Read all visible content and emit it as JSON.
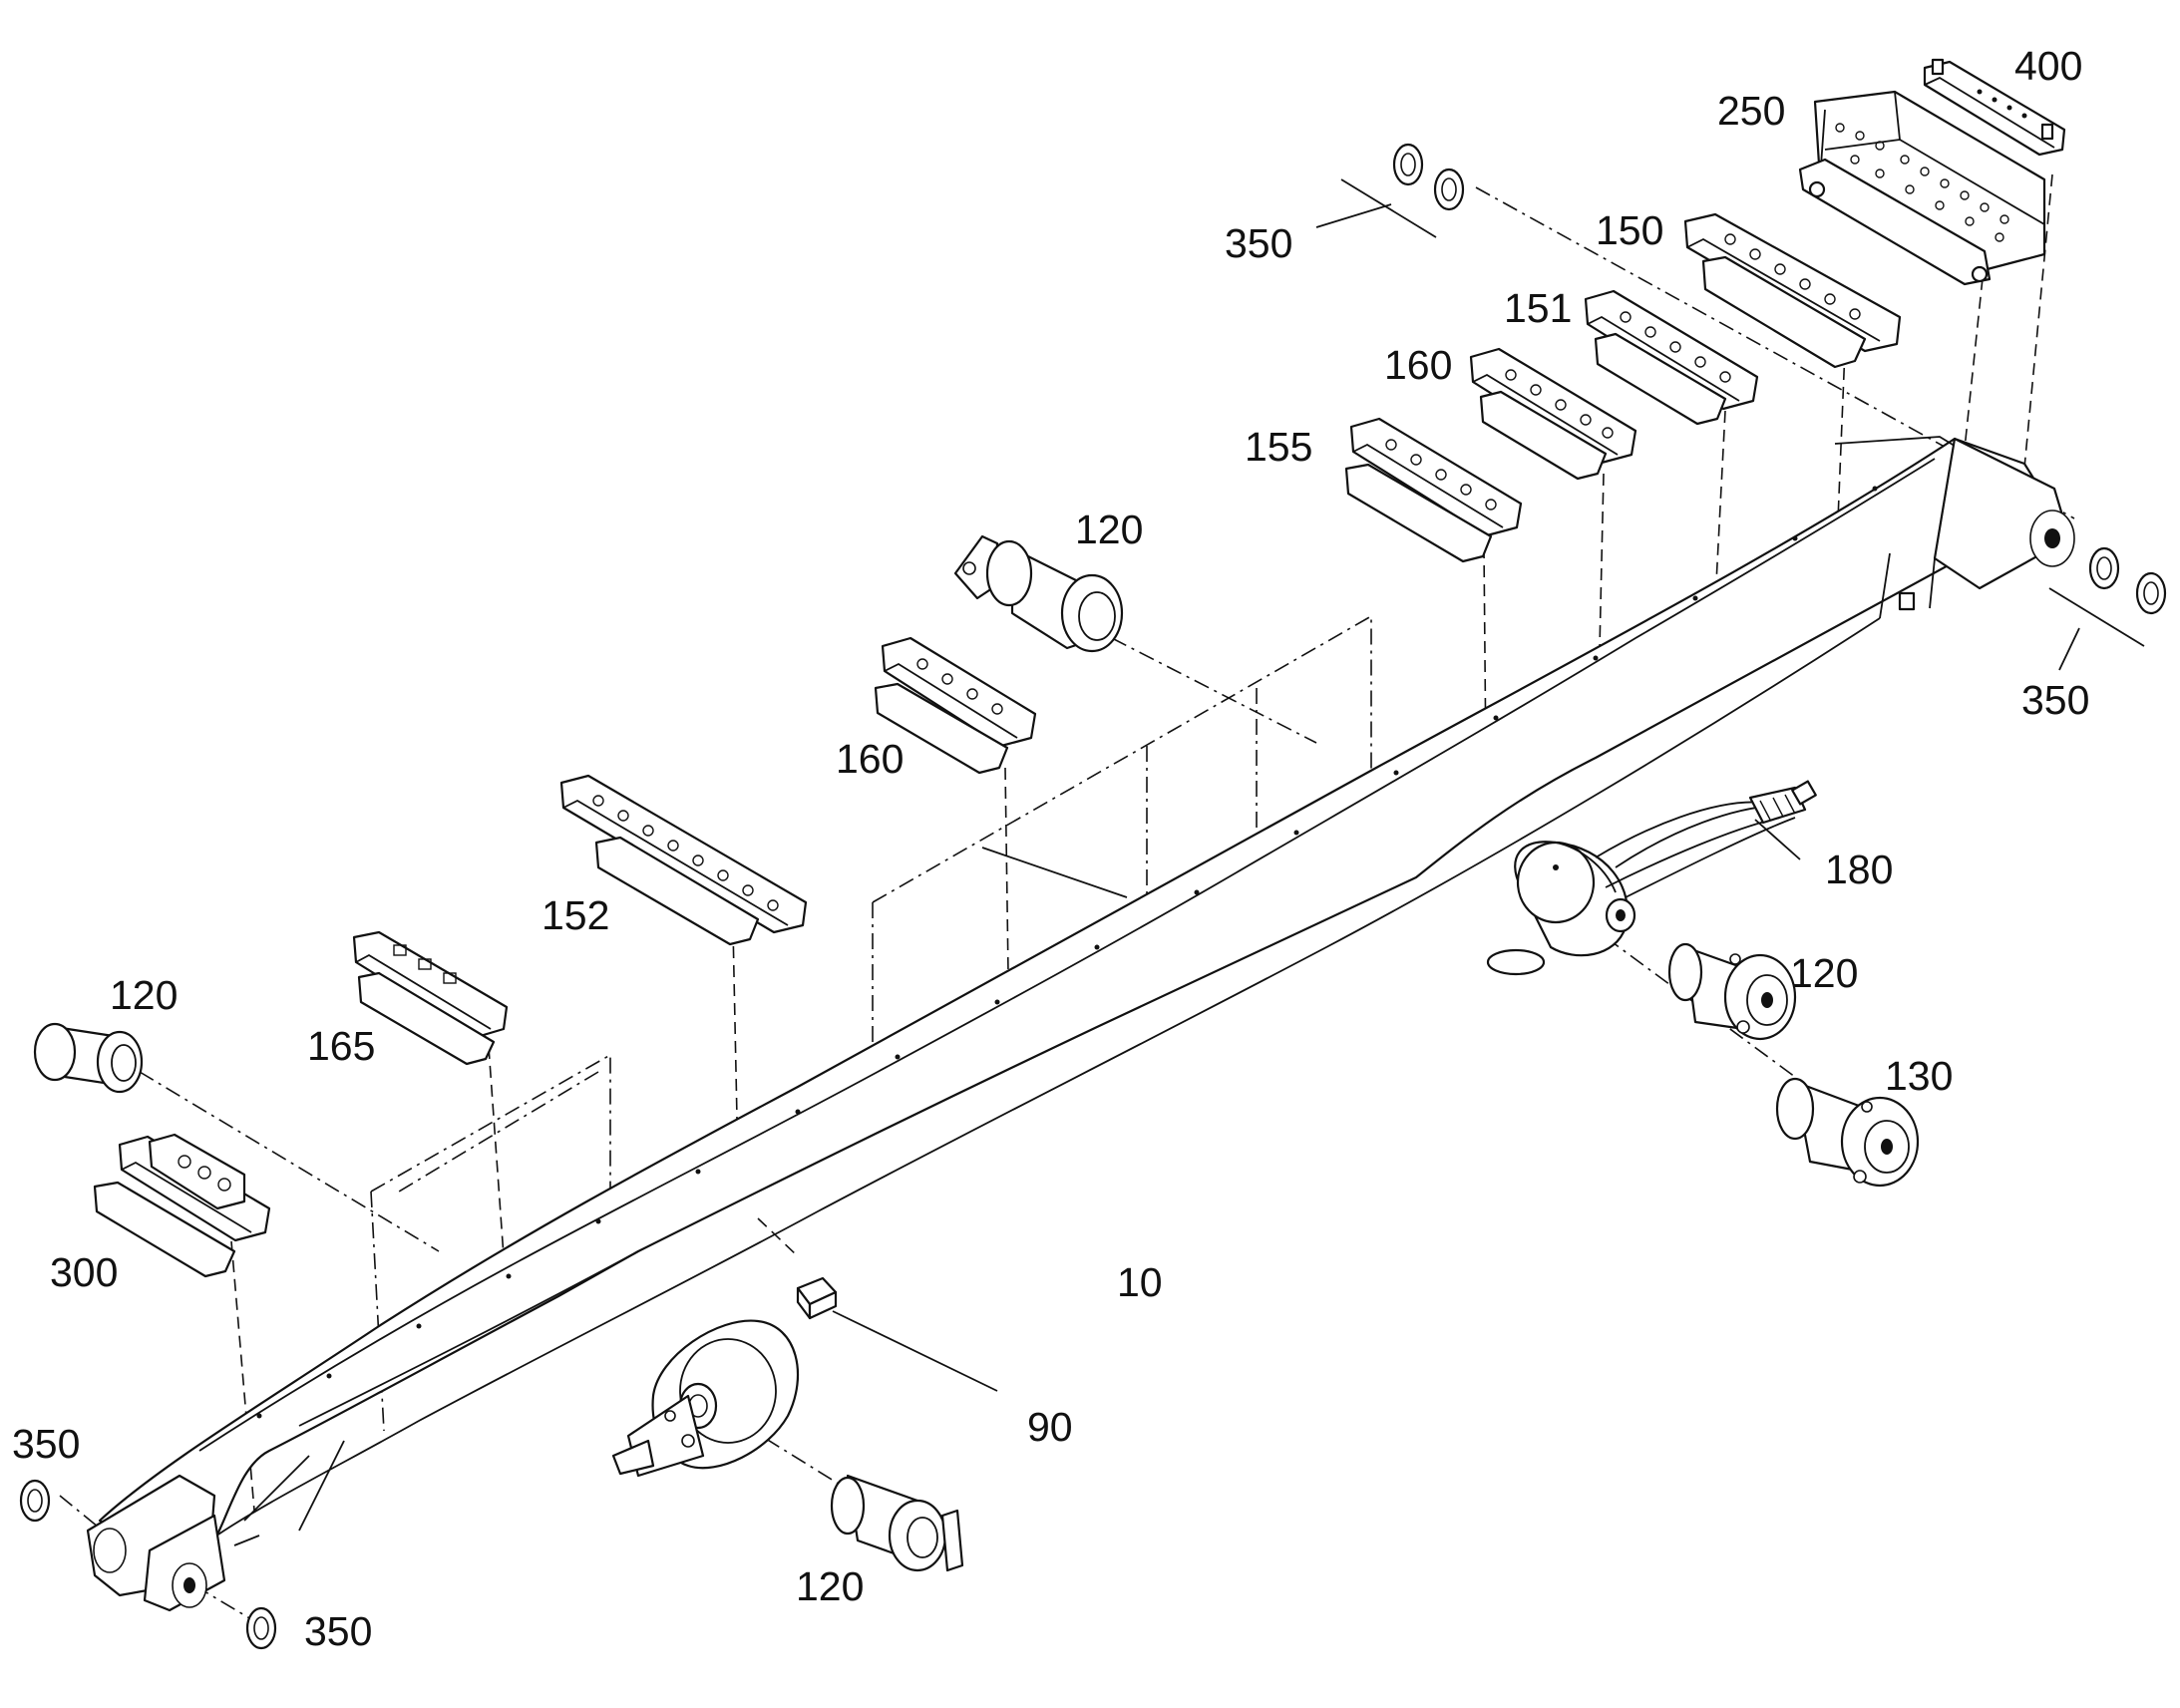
{
  "callouts": {
    "c400": "400",
    "c250": "250",
    "c350_top": "350",
    "c150": "150",
    "c151": "151",
    "c160_top": "160",
    "c155": "155",
    "c120_top": "120",
    "c350_right": "350",
    "c160_mid": "160",
    "c180": "180",
    "c152": "152",
    "c120_right": "120",
    "c120_left": "120",
    "c165": "165",
    "c130": "130",
    "c300": "300",
    "c10": "10",
    "c90": "90",
    "c350_left": "350",
    "c120_bottom": "120",
    "c350_bottom": "350"
  }
}
